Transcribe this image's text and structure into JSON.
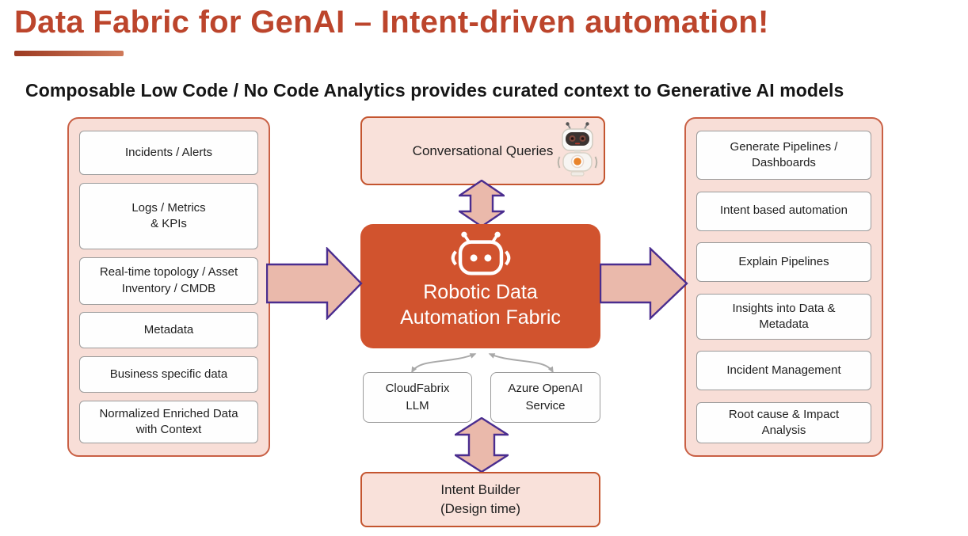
{
  "header": {
    "title": "Data Fabric for GenAI – Intent-driven automation!",
    "subtitle": "Composable Low Code / No Code Analytics provides curated context to Generative AI models"
  },
  "left_panel": {
    "items": [
      "Incidents / Alerts",
      "Logs / Metrics\n& KPIs",
      "Real-time topology / Asset\nInventory / CMDB",
      "Metadata",
      "Business specific data",
      "Normalized Enriched Data\nwith Context"
    ]
  },
  "center": {
    "conversational_queries_label": "Conversational Queries",
    "rdaf_label": "Robotic Data\nAutomation Fabric",
    "cloudfabrix_llm_label": "CloudFabrix\nLLM",
    "azure_openai_label": "Azure OpenAI\nService",
    "intent_builder_label": "Intent Builder\n(Design time)"
  },
  "right_panel": {
    "items": [
      "Generate Pipelines /\nDashboards",
      "Intent based automation",
      "Explain Pipelines",
      "Insights into Data &\nMetadata",
      "Incident Management",
      "Root cause & Impact\nAnalysis"
    ]
  },
  "icons": {
    "conv_robot": "chatbot-robot-icon",
    "rdaf_robot": "robot-head-icon"
  },
  "colors": {
    "title_text": "#bc452c",
    "rdaf_box_fill": "#d1532e",
    "panel_bg": "#f8ded7",
    "panel_border": "#c96045",
    "accent_box_bg": "#f9e1da",
    "accent_box_border": "#c4552f",
    "arrow_fill": "#eab9ab",
    "arrow_stroke": "#4a2d8f",
    "connector_gray": "#a9a9a9"
  }
}
